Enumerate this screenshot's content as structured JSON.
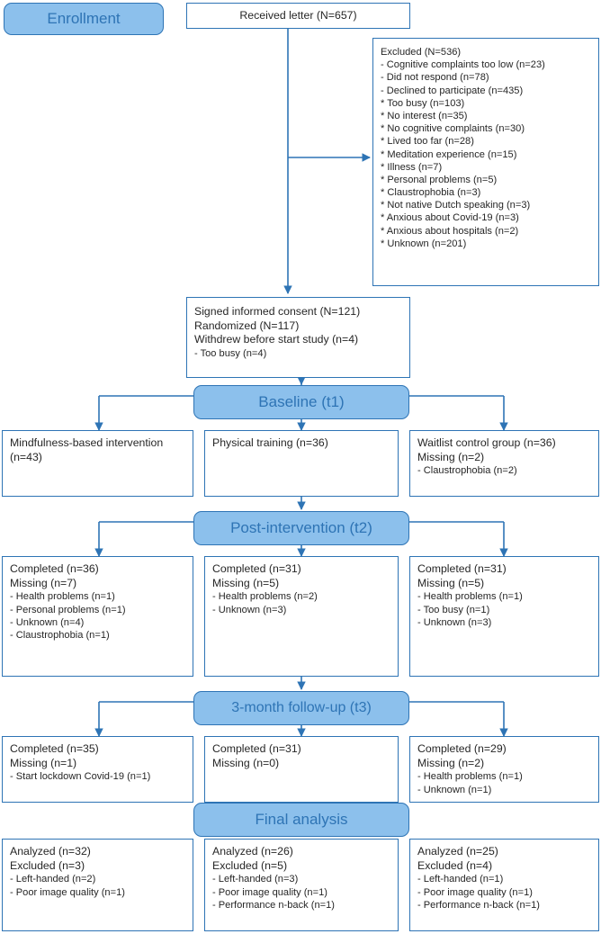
{
  "diagram": {
    "title": "CONSORT participant flow diagram",
    "colors": {
      "border": "#2E74B5",
      "stage_fill": "#8CC0EC",
      "stage_text": "#2E74B5",
      "body_text": "#262626",
      "background": "#FFFFFF"
    }
  },
  "stages": {
    "enrollment": "Enrollment",
    "baseline": "Baseline (t1)",
    "post_intervention": "Post-intervention (t2)",
    "followup": "3-month follow-up (t3)",
    "final_analysis": "Final analysis"
  },
  "nodes": {
    "received_letter": {
      "lines": [
        "Received letter (N=657)"
      ]
    },
    "excluded": {
      "lines": [
        "Excluded (N=536)",
        "- Cognitive complaints too low (n=23)",
        "- Did not respond (n=78)",
        "- Declined to participate (n=435)",
        "* Too busy (n=103)",
        "* No interest (n=35)",
        "* No cognitive complaints (n=30)",
        "* Lived too far (n=28)",
        "* Meditation experience (n=15)",
        "* Illness (n=7)",
        "* Personal problems (n=5)",
        "* Claustrophobia (n=3)",
        "* Not native Dutch speaking (n=3)",
        "* Anxious about Covid-19 (n=3)",
        "* Anxious about hospitals (n=2)",
        "* Unknown (n=201)"
      ]
    },
    "consent": {
      "lines": [
        "Signed informed consent (N=121)",
        "Randomized (N=117)",
        "Withdrew before start study (n=4)",
        "- Too busy (n=4)"
      ]
    },
    "baseline_mbi": {
      "lines": [
        "Mindfulness-based intervention",
        "(n=43)"
      ]
    },
    "baseline_pt": {
      "lines": [
        "Physical training (n=36)"
      ]
    },
    "baseline_wl": {
      "lines": [
        "Waitlist control group (n=36)",
        "Missing (n=2)",
        "- Claustrophobia (n=2)"
      ]
    },
    "t2_mbi": {
      "lines": [
        "Completed (n=36)",
        "Missing (n=7)",
        "- Health problems (n=1)",
        "- Personal problems (n=1)",
        "- Unknown (n=4)",
        "- Claustrophobia (n=1)"
      ]
    },
    "t2_pt": {
      "lines": [
        "Completed (n=31)",
        "Missing (n=5)",
        "- Health problems (n=2)",
        "- Unknown (n=3)"
      ]
    },
    "t2_wl": {
      "lines": [
        "Completed (n=31)",
        "Missing (n=5)",
        "- Health problems (n=1)",
        "- Too busy (n=1)",
        "- Unknown (n=3)"
      ]
    },
    "t3_mbi": {
      "lines": [
        "Completed (n=35)",
        "Missing (n=1)",
        "- Start lockdown Covid-19 (n=1)"
      ]
    },
    "t3_pt": {
      "lines": [
        "Completed (n=31)",
        "Missing (n=0)"
      ]
    },
    "t3_wl": {
      "lines": [
        "Completed (n=29)",
        "Missing (n=2)",
        "- Health problems (n=1)",
        "- Unknown (n=1)"
      ]
    },
    "final_mbi": {
      "lines": [
        "Analyzed (n=32)",
        "Excluded (n=3)",
        "- Left-handed (n=2)",
        "- Poor image quality (n=1)"
      ]
    },
    "final_pt": {
      "lines": [
        "Analyzed (n=26)",
        "Excluded (n=5)",
        "- Left-handed (n=3)",
        "- Poor image quality (n=1)",
        "- Performance n-back (n=1)"
      ]
    },
    "final_wl": {
      "lines": [
        "Analyzed (n=25)",
        "Excluded (n=4)",
        "- Left-handed (n=1)",
        "- Poor image quality (n=1)",
        "- Performance n-back (n=1)"
      ]
    }
  }
}
